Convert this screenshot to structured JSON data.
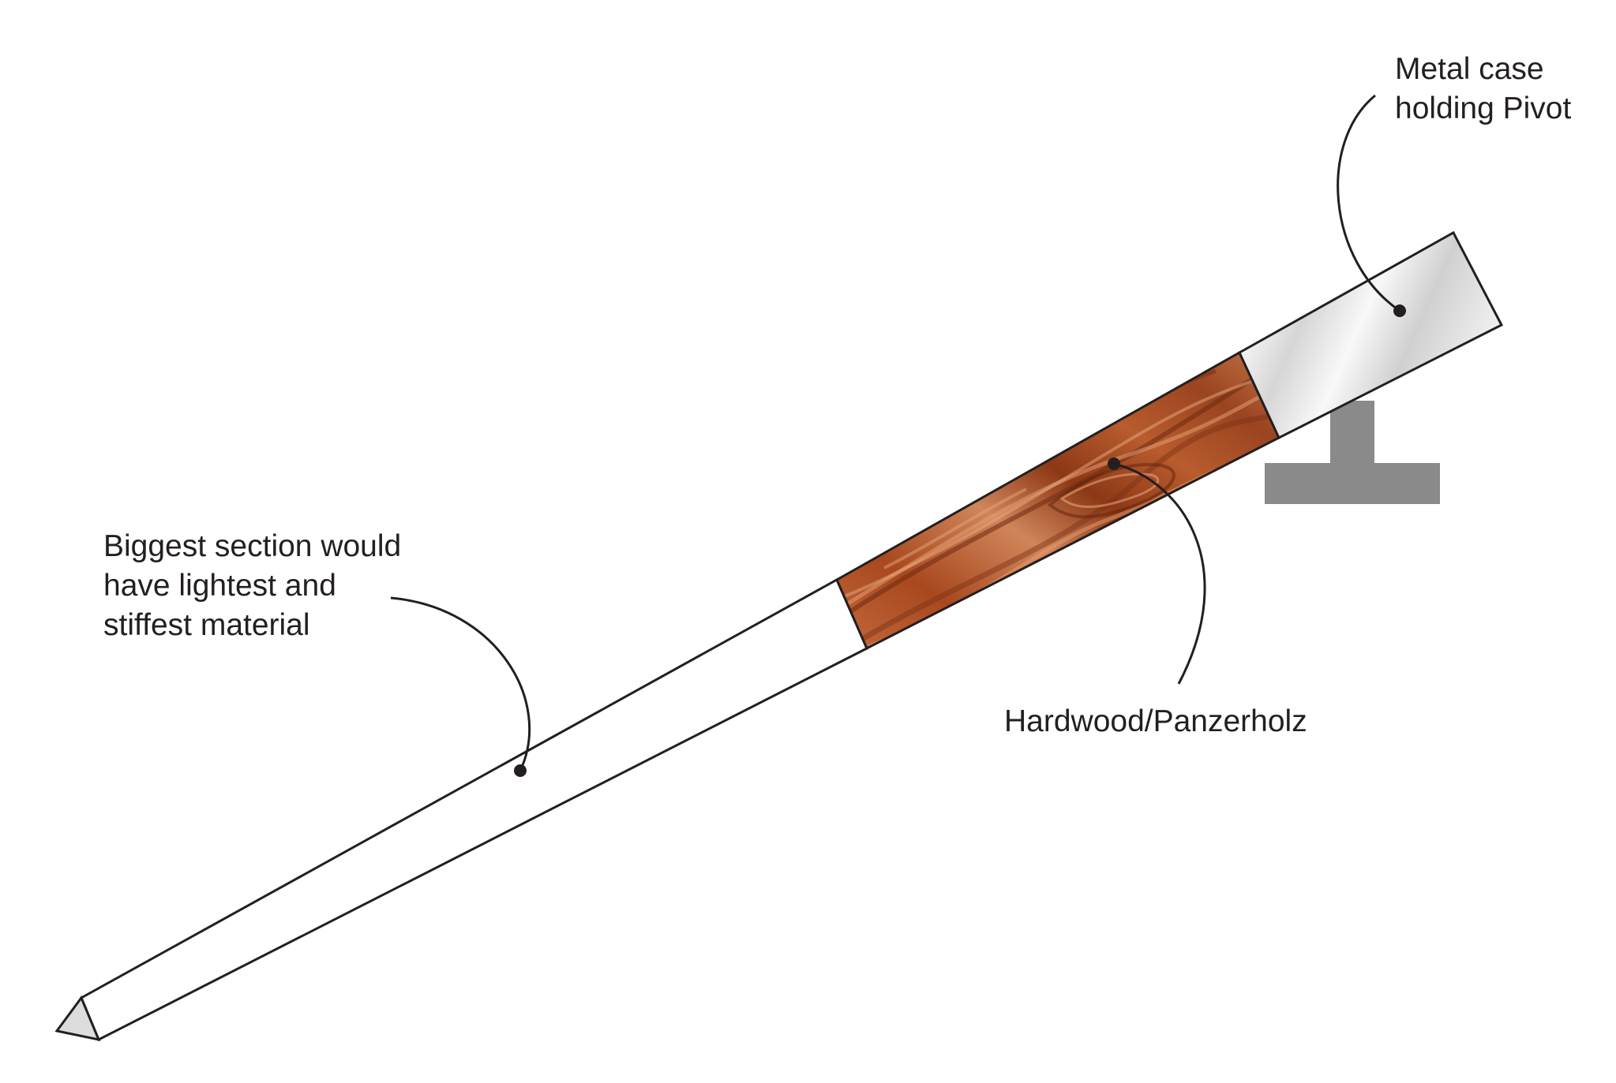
{
  "labels": {
    "metal_case": {
      "line1": "Metal case",
      "line2": "holding  Pivot"
    },
    "hardwood": {
      "line1": "Hardwood/Panzerholz"
    },
    "biggest_section": {
      "line1": "Biggest section would",
      "line2": "have lightest and",
      "line3": "stiffest material"
    }
  },
  "colors": {
    "text": "#231f20",
    "shaft_fill": "#ffffff",
    "tip_fill": "#dcdcdc",
    "metal_fill_light": "#f7f7f7",
    "metal_fill_dark": "#b9b9b9",
    "wood_dark": "#7a2e12",
    "wood_mid": "#b2542a",
    "wood_light": "#d98a58",
    "pivot_support": "#8a8a8a"
  }
}
